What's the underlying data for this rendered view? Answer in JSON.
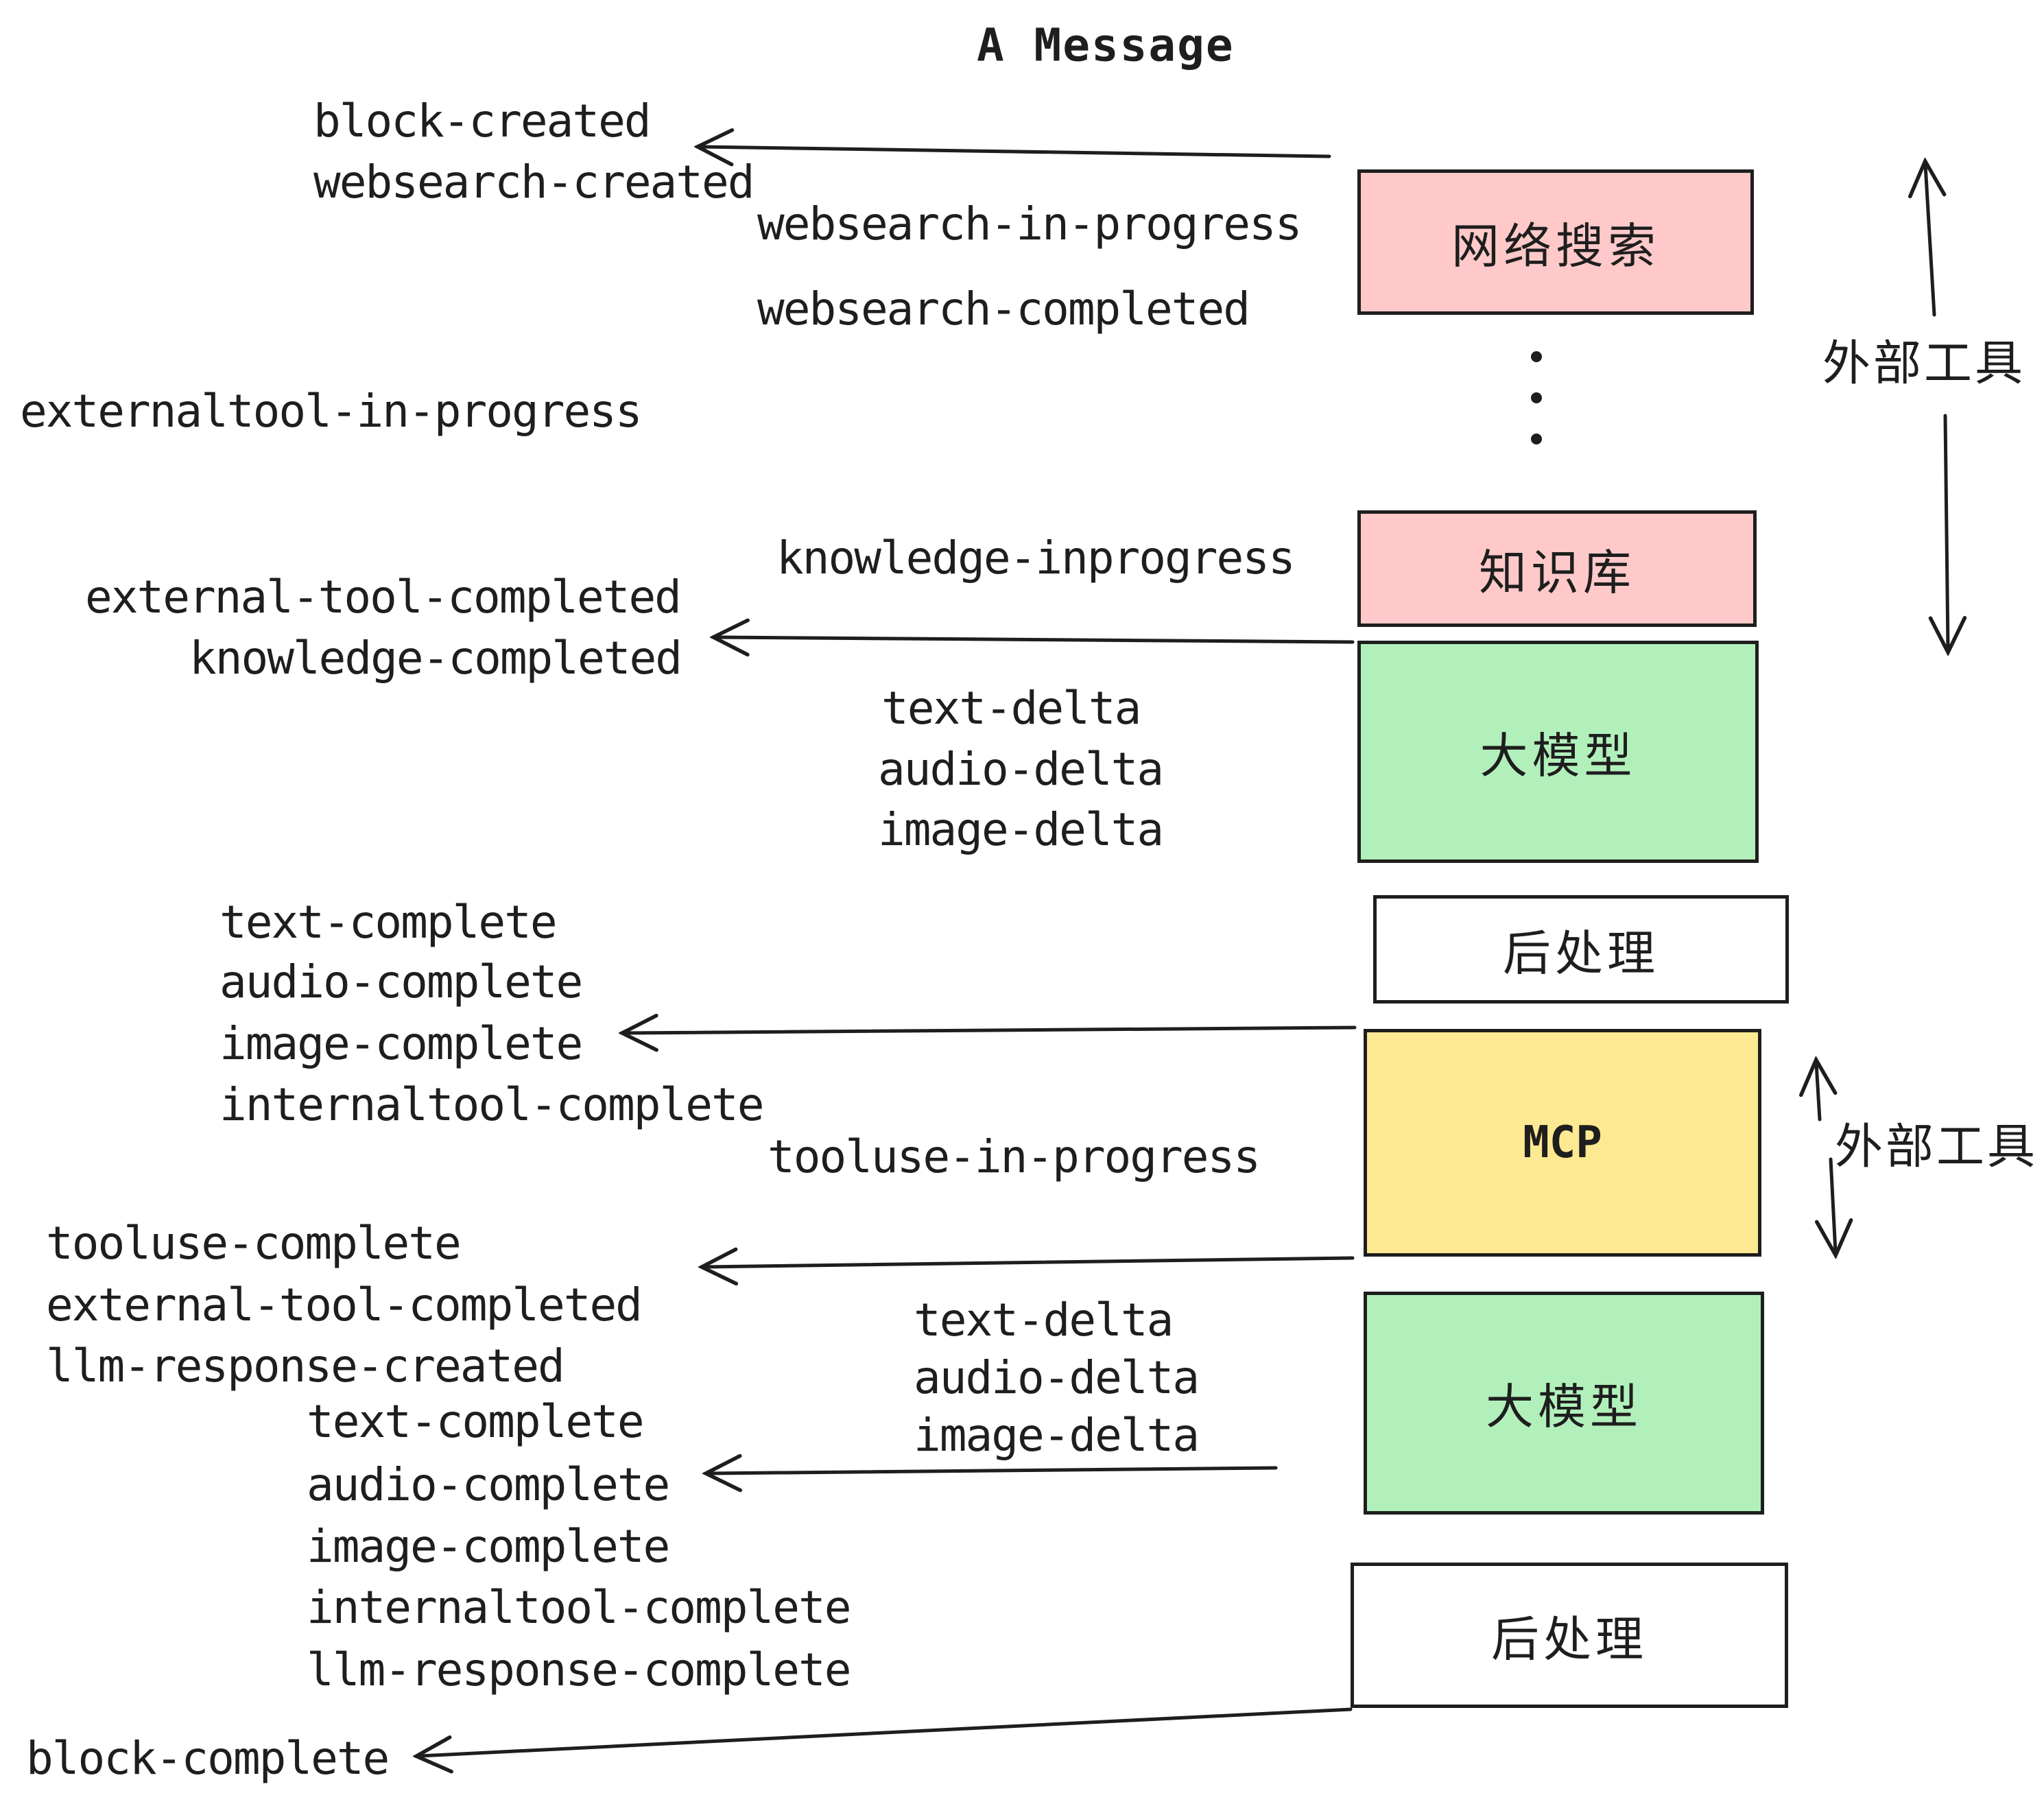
{
  "title": "A Message",
  "colors": {
    "ink": "#1E1E1E",
    "pink": "#FFC9C9",
    "green": "#B2F0BB",
    "yellow": "#FDE992",
    "white": "#FFFFFF",
    "paper": "#FFFFFF"
  },
  "boxes": [
    {
      "label": "网络搜索",
      "color": "pink"
    },
    {
      "label": "知识库",
      "color": "pink"
    },
    {
      "label": "大模型",
      "color": "green"
    },
    {
      "label": "后处理",
      "color": "white"
    },
    {
      "label": "MCP",
      "color": "yellow"
    },
    {
      "label": "大模型",
      "color": "green"
    },
    {
      "label": "后处理",
      "color": "white"
    }
  ],
  "side_labels": [
    {
      "text": "外部工具"
    },
    {
      "text": "外部工具"
    }
  ],
  "events": [
    {
      "text": "block-created"
    },
    {
      "text": "websearch-created"
    },
    {
      "text": "websearch-in-progress"
    },
    {
      "text": "websearch-completed"
    },
    {
      "text": "externaltool-in-progress"
    },
    {
      "text": "knowledge-inprogress"
    },
    {
      "text": "external-tool-completed"
    },
    {
      "text": "knowledge-completed"
    },
    {
      "text": "text-delta"
    },
    {
      "text": "audio-delta"
    },
    {
      "text": "image-delta"
    },
    {
      "text": "text-complete"
    },
    {
      "text": "audio-complete"
    },
    {
      "text": "image-complete"
    },
    {
      "text": "internaltool-complete"
    },
    {
      "text": "tooluse-in-progress"
    },
    {
      "text": "tooluse-complete"
    },
    {
      "text": "external-tool-completed"
    },
    {
      "text": "llm-response-created"
    },
    {
      "text": "text-delta"
    },
    {
      "text": "audio-delta"
    },
    {
      "text": "image-delta"
    },
    {
      "text": "text-complete"
    },
    {
      "text": "audio-complete"
    },
    {
      "text": "image-complete"
    },
    {
      "text": "internaltool-complete"
    },
    {
      "text": "llm-response-complete"
    },
    {
      "text": "block-complete"
    }
  ]
}
